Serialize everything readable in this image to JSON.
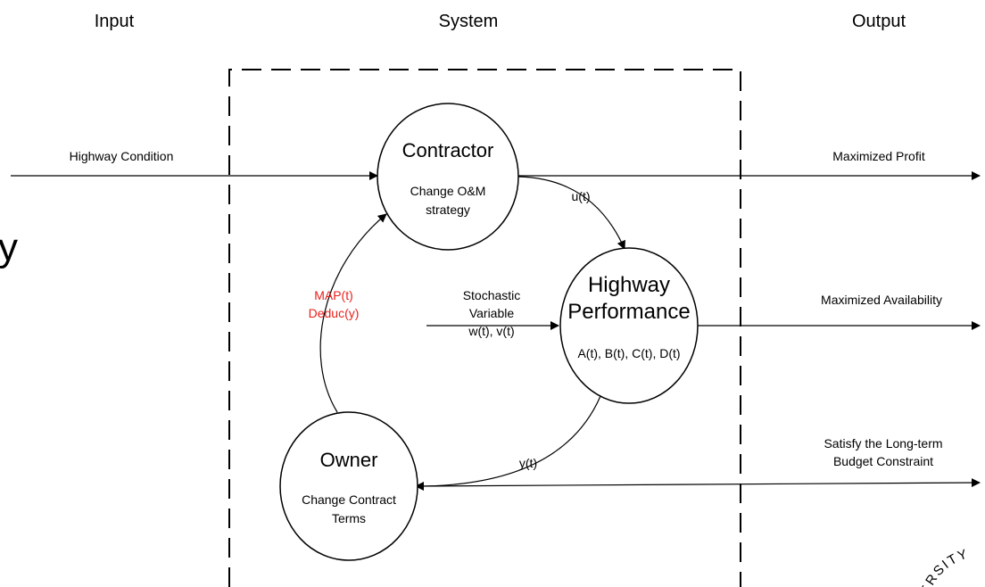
{
  "headers": {
    "input": "Input",
    "system": "System",
    "output": "Output"
  },
  "left_fragment": "y",
  "inputs": {
    "highway_condition": "Highway Condition"
  },
  "nodes": {
    "contractor": {
      "title": "Contractor",
      "sub1": "Change O&M",
      "sub2": "strategy"
    },
    "highway": {
      "title1": "Highway",
      "title2": "Performance",
      "sub": "A(t), B(t), C(t), D(t)"
    },
    "owner": {
      "title": "Owner",
      "sub1": "Change Contract",
      "sub2": "Terms"
    }
  },
  "edges": {
    "u": "u(t)",
    "y": "y(t)",
    "map1": "MAP(t)",
    "map2": "Deduc(y)",
    "stoch1": "Stochastic",
    "stoch2": "Variable",
    "stoch3": "w(t), v(t)"
  },
  "outputs": {
    "profit": "Maximized Profit",
    "availability": "Maximized Availability",
    "budget1": "Satisfy the Long-term",
    "budget2": "Budget Constraint"
  },
  "logo_text": "VERSITY",
  "colors": {
    "accent_red": "#e8201c",
    "line": "#000000"
  }
}
